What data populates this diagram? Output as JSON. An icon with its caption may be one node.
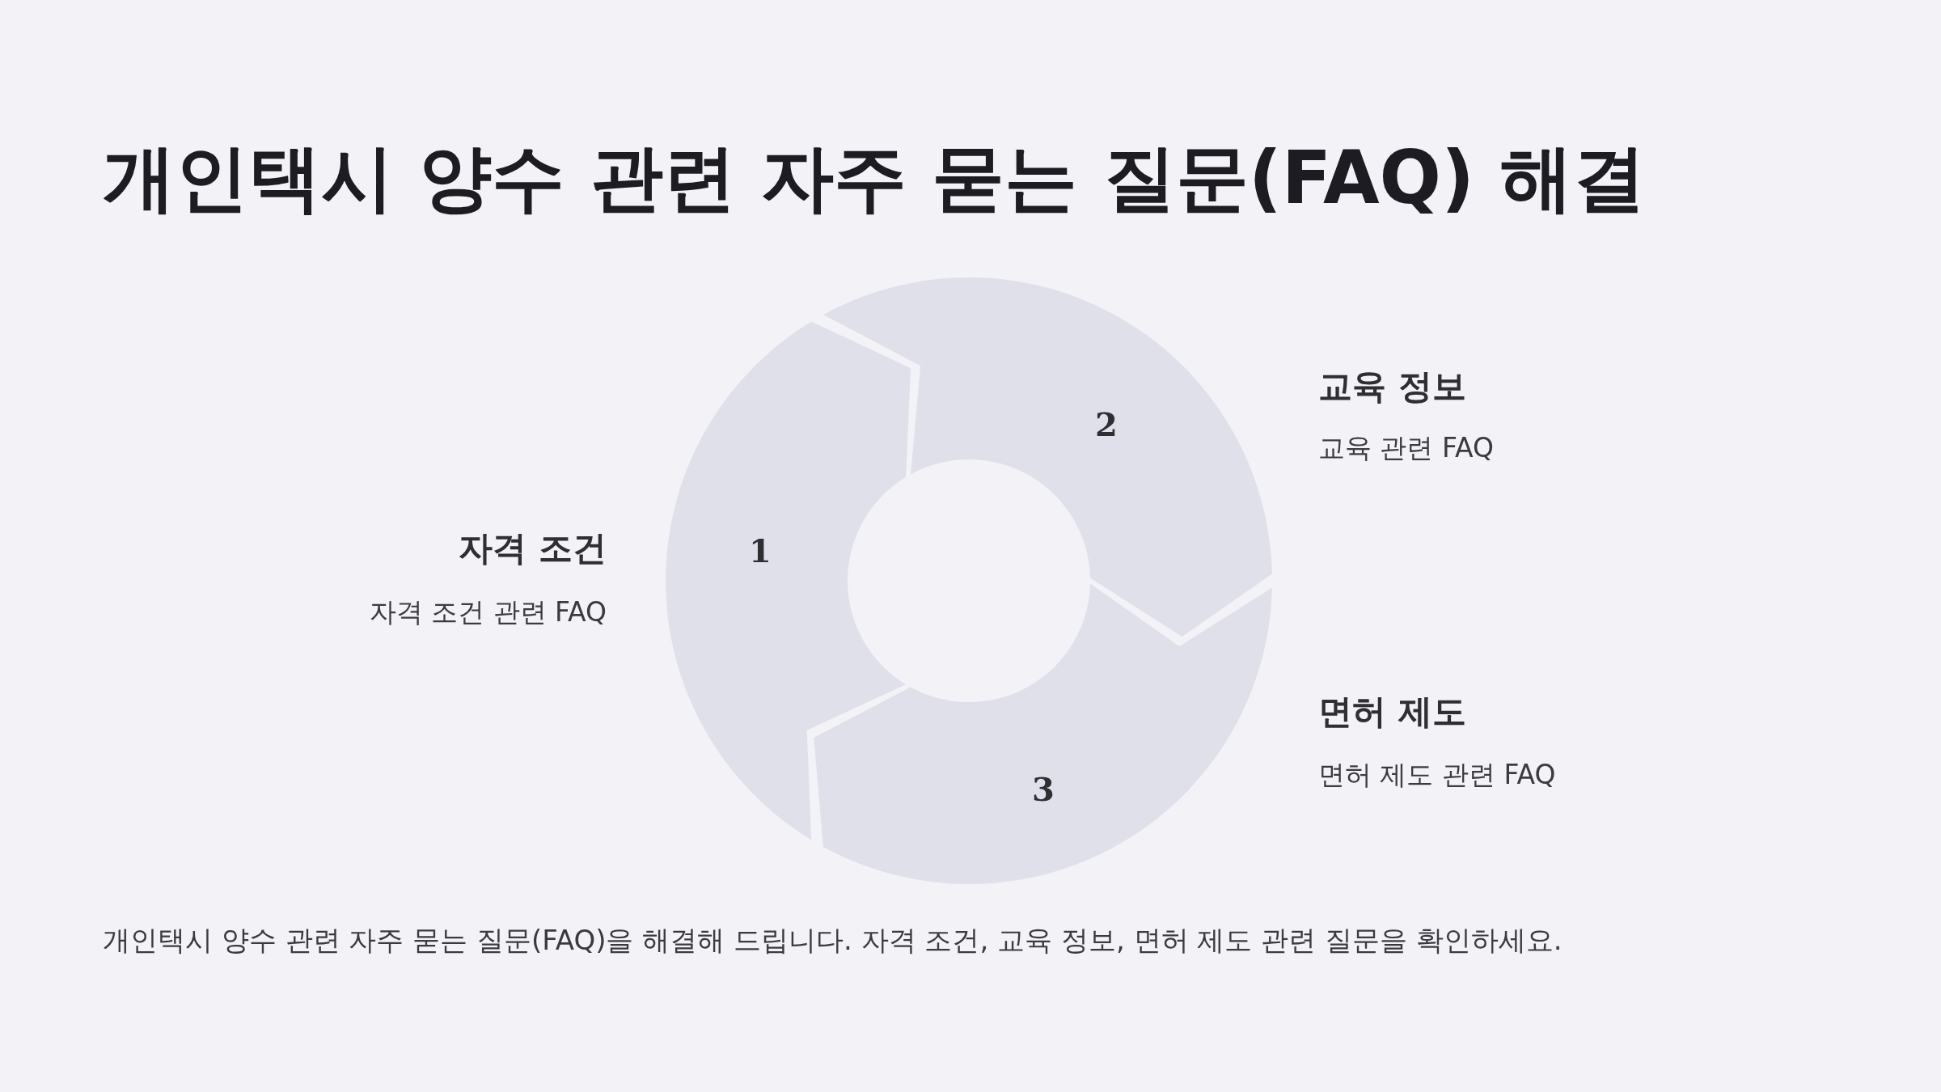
{
  "diagram": {
    "title": "개인택시 양수 관련 자주 묻는 질문(FAQ) 해결",
    "caption": "개인택시 양수 관련 자주 묻는 질문(FAQ)을 해결해 드립니다. 자격 조건, 교육 정보, 면허 제도 관련 질문을 확인하세요.",
    "nodes": [
      {
        "text": [
          "1"
        ],
        "beside": [
          "자격 조건",
          "자격 조건 관련 FAQ"
        ]
      },
      {
        "text": [
          "2"
        ],
        "beside": [
          "교육 정보",
          "교육 관련 FAQ"
        ]
      },
      {
        "text": [
          "3"
        ],
        "beside": [
          "면허 제도",
          "면허 제도 관련 FAQ"
        ]
      }
    ]
  }
}
